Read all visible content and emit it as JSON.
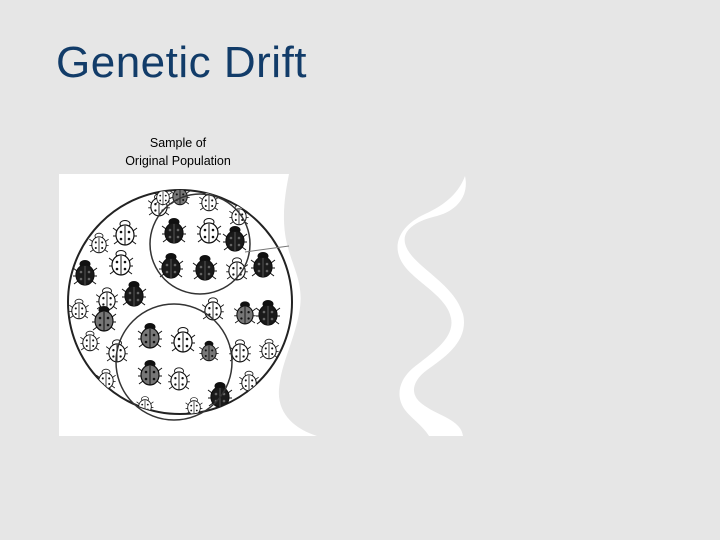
{
  "slide": {
    "title": "Genetic Drift"
  },
  "figure": {
    "caption_line1": "Sample of",
    "caption_line2": "Original Population",
    "colors": {
      "background": "#e6e6e6",
      "title": "#123c69",
      "panel": "#ffffff",
      "beetle_black": "#1a1a1a",
      "beetle_gray": "#777777",
      "beetle_white": "#ffffff"
    },
    "icons": [
      "ladybug-icon"
    ]
  }
}
